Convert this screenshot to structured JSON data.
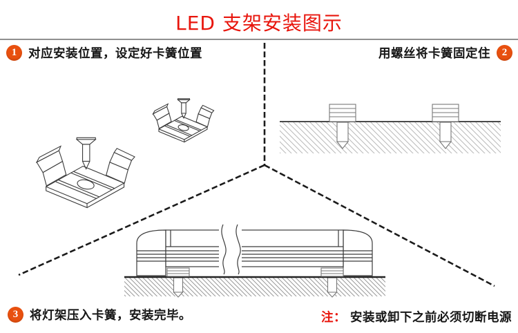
{
  "title": "LED 支架安装图示",
  "steps": [
    {
      "num": "1",
      "text": "对应安装位置，设定好卡簧位置"
    },
    {
      "num": "2",
      "text": "用螺丝将卡簧固定住"
    },
    {
      "num": "3",
      "text": "将灯架压入卡簧，安装完毕。"
    }
  ],
  "note": {
    "prefix": "注：",
    "text": "安装或卸下之前必须切断电源"
  },
  "icons": {
    "clip": "spring-clip-line-art",
    "screw": "screw-line-art",
    "surface": "hatched-mounting-surface",
    "fixture": "led-tube-fixture-line-art"
  },
  "colors": {
    "title_red": "#e8150c",
    "note_red": "#e8150c",
    "badge_orange": "#e8500f",
    "divider_black": "#1b1b1b",
    "line_dark": "#3a3a3a",
    "line_mid": "#777777",
    "hatch_gray": "#b9b9b9",
    "rule_gray": "#8f8f8f"
  }
}
